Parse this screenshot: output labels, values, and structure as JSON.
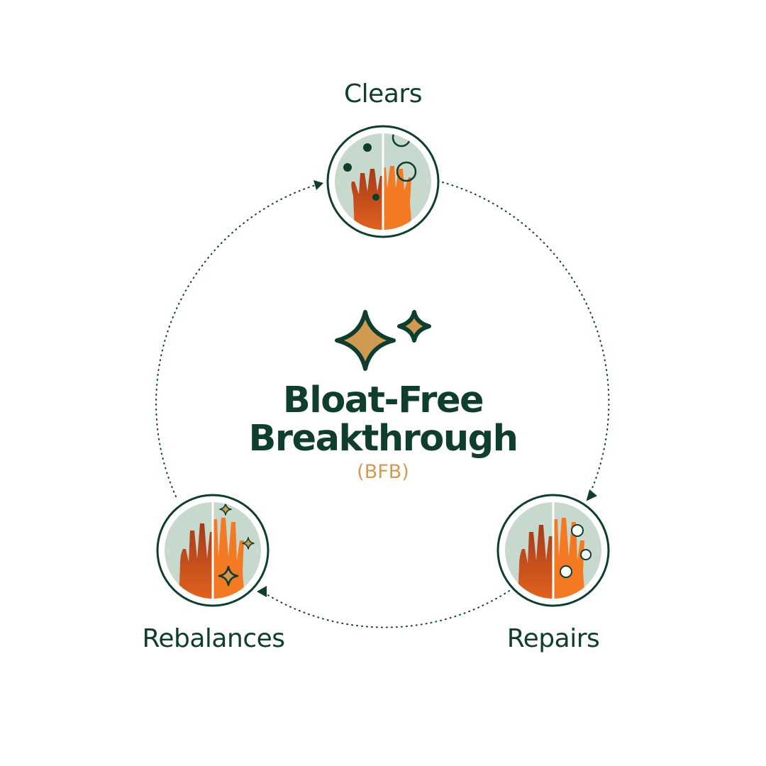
{
  "title_line1": "Bloat-Free",
  "title_line2": "Breakthrough",
  "abbreviation": "(BFB)",
  "stages": [
    {
      "label": "Clears",
      "icon": "hand-targets-icon"
    },
    {
      "label": "Repairs",
      "icon": "hand-bubbles-icon"
    },
    {
      "label": "Rebalances",
      "icon": "hand-sparkles-icon"
    }
  ],
  "colors": {
    "dark_green": "#0f3d2e",
    "sage": "#c7d8cd",
    "orange": "#f37a22",
    "rust": "#c04a1a",
    "gold": "#d19a52"
  }
}
